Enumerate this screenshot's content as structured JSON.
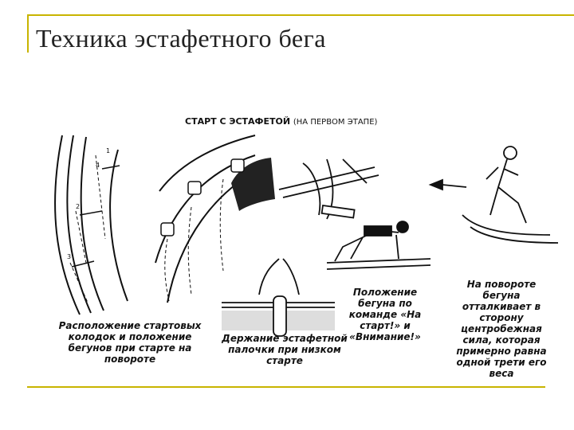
{
  "slide": {
    "title": "Техника эстафетного бега"
  },
  "figure": {
    "heading_main": "СТАРТ С ЭСТАФЕТОЙ",
    "heading_sub": "(НА ПЕРВОМ ЭТАПЕ)",
    "captions": [
      "Расположение стартовых колодок и положение бегунов при старте на повороте",
      "Держание эстафетной палочки при низком старте",
      "Положение бегуна по команде «На старт!» и «Внимание!»",
      "На повороте бегуна отталкивает в сторону центробежная сила, которая примерно равна одной трети его веса"
    ],
    "track_labels": [
      "1",
      "2",
      "3",
      "4"
    ]
  }
}
